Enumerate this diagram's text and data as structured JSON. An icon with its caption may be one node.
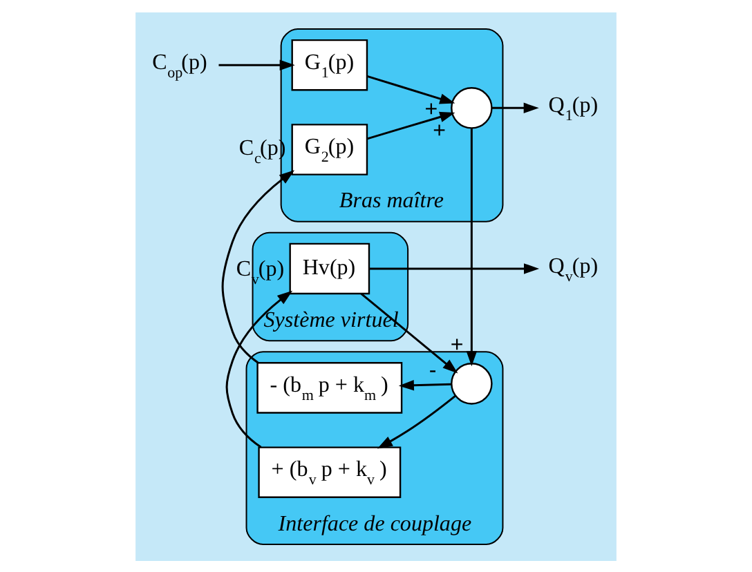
{
  "diagram": {
    "nodes": [
      {
        "text": [
          "C$_{op}$(p)"
        ]
      },
      {
        "text": [
          "Bras maître"
        ]
      },
      {
        "text": [
          "G$_{1}$(p)"
        ],
        "in": 1
      },
      {
        "text": [],
        "shape": "circle",
        "in": 1
      },
      {
        "text": [
          "Q$_{1}$(p)"
        ]
      },
      {
        "text": [
          "G$_{2}$(p)"
        ],
        "in": 1
      },
      {
        "text": [
          "Interface de couplage"
        ]
      },
      {
        "text": [
          "- (b$_{m}$ p + k$_{m}$ )"
        ],
        "in": 6
      },
      {
        "text": [],
        "shape": "circle",
        "in": 6
      },
      {
        "text": [
          "+ (b$_{v}$ p + k$_{v}$ )"
        ],
        "in": 6
      },
      {
        "text": [
          "Système virtuel"
        ]
      },
      {
        "text": [
          "Hv(p)"
        ],
        "in": 10
      },
      {
        "text": [
          "Q$_{v}$(p)"
        ]
      }
    ],
    "edges": [
      {
        "from": 0,
        "to": 2,
        "arrow": "to"
      },
      {
        "from": 2,
        "to": 3,
        "arrow": "to",
        "label": "+"
      },
      {
        "from": 5,
        "to": 3,
        "arrow": "to",
        "label": "+"
      },
      {
        "from": 3,
        "to": 4,
        "arrow": "to"
      },
      {
        "from": 3,
        "to": 8,
        "arrow": "to",
        "label": "+"
      },
      {
        "from": 8,
        "to": 7,
        "arrow": "to"
      },
      {
        "from": 8,
        "to": 9,
        "arrow": "to"
      },
      {
        "from": 7,
        "to": 5,
        "arrow": "to",
        "label": "C$_{c}$(p)"
      },
      {
        "from": 9,
        "to": 11,
        "arrow": "to",
        "label": "C$_{v}$(p)"
      },
      {
        "from": 11,
        "to": 12,
        "arrow": "to"
      },
      {
        "from": 11,
        "to": 8,
        "arrow": "to",
        "label": "-"
      }
    ]
  }
}
